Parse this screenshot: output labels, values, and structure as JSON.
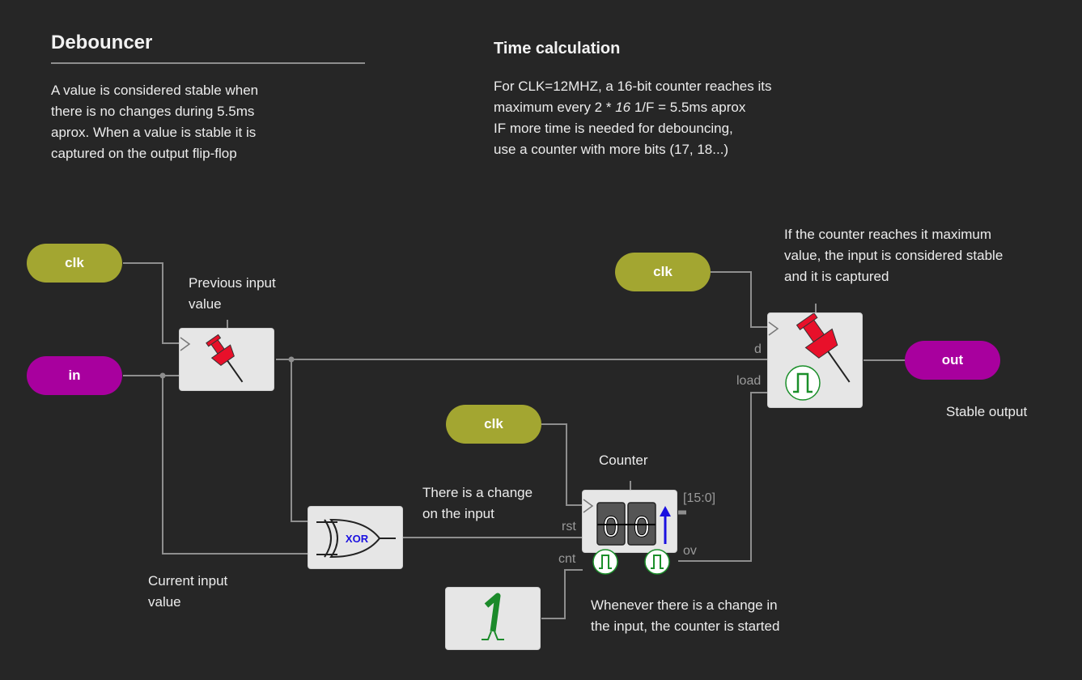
{
  "left_panel": {
    "title": "Debouncer",
    "desc_lines": [
      "A value is considered stable when",
      "there is no changes during 5.5ms",
      "aprox. When a value is stable it is",
      "captured on the output flip-flop"
    ]
  },
  "right_panel": {
    "title": "Time calculation",
    "line1": "For CLK=12MHZ, a 16-bit counter reaches its",
    "line2_pre": "maximum every 2 * ",
    "line2_em": "16",
    "line2_post": " 1/F = 5.5ms aprox",
    "line3": "IF more time is needed for debouncing,",
    "line4": "use a counter with more bits (17, 18...)"
  },
  "inputs": {
    "clk1": "clk",
    "in": "in",
    "clk2": "clk",
    "clk3": "clk"
  },
  "output": "out",
  "blocks": {
    "xor_label": "XOR",
    "counter_digits": [
      "0",
      "0"
    ]
  },
  "ports": {
    "d": "d",
    "load": "load",
    "rst": "rst",
    "cnt": "cnt",
    "ov": "ov",
    "bus": "[15:0]"
  },
  "labels": {
    "prev_input": [
      "Previous input",
      "value"
    ],
    "curr_input": [
      "Current input",
      "value"
    ],
    "change": [
      "There is a change",
      "on the input"
    ],
    "counter": "Counter",
    "counter_note": [
      "Whenever there is a change in",
      "the input, the counter is started"
    ],
    "stable_note": [
      "If the counter reaches it maximum",
      "value, the input is considered stable",
      "and it is captured"
    ],
    "stable_output": "Stable output"
  },
  "colors": {
    "background": "#262626",
    "clk_pill": "#a3a631",
    "in_pill": "#a8009e",
    "wire": "#8e8e8e",
    "pin_red": "#e8102a",
    "counter_arrow": "#1a10e0",
    "pulse_green": "#1b8f2a",
    "constant_green": "#1b8a2a"
  }
}
